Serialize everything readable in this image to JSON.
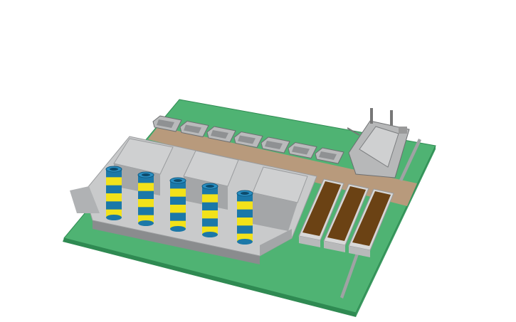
{
  "scene": {
    "colors": {
      "background": "#ffffff",
      "ground": "#4fb373",
      "ground_edge": "#2f8a52",
      "road": "#b89a7c",
      "building_top": "#c9cacb",
      "building_side": "#a4a6a8",
      "building_dark": "#8a8c8e",
      "stack_blue": "#1b78a8",
      "stack_yellow": "#f2e21a",
      "bed_soil": "#6b4214",
      "bed_frame": "#d8d8d8"
    },
    "objects": {
      "smokestacks": 5,
      "vehicles": 7,
      "planters": 3,
      "tank": 1
    }
  }
}
